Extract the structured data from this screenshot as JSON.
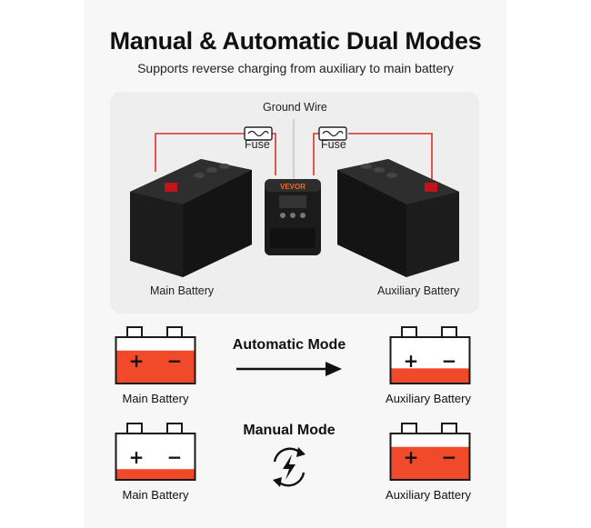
{
  "header": {
    "title": "Manual & Automatic Dual Modes",
    "subtitle": "Supports reverse charging from auxiliary to main battery"
  },
  "photo": {
    "ground_wire": "Ground Wire",
    "fuse_left": "Fuse",
    "fuse_right": "Fuse",
    "main_battery": "Main Battery",
    "aux_battery": "Auxiliary Battery",
    "isolator_brand": "VEVOR"
  },
  "automatic": {
    "label": "Automatic Mode",
    "main_label": "Main Battery",
    "aux_label": "Auxiliary Battery",
    "main_level": 0.72,
    "aux_level": 0.32
  },
  "manual": {
    "label": "Manual Mode",
    "main_label": "Main Battery",
    "aux_label": "Auxiliary Battery",
    "main_level": 0.22,
    "aux_level": 0.72
  },
  "colors": {
    "charge": "#f04a2a",
    "wire": "#d9302a",
    "outline": "#1a1a1a"
  }
}
